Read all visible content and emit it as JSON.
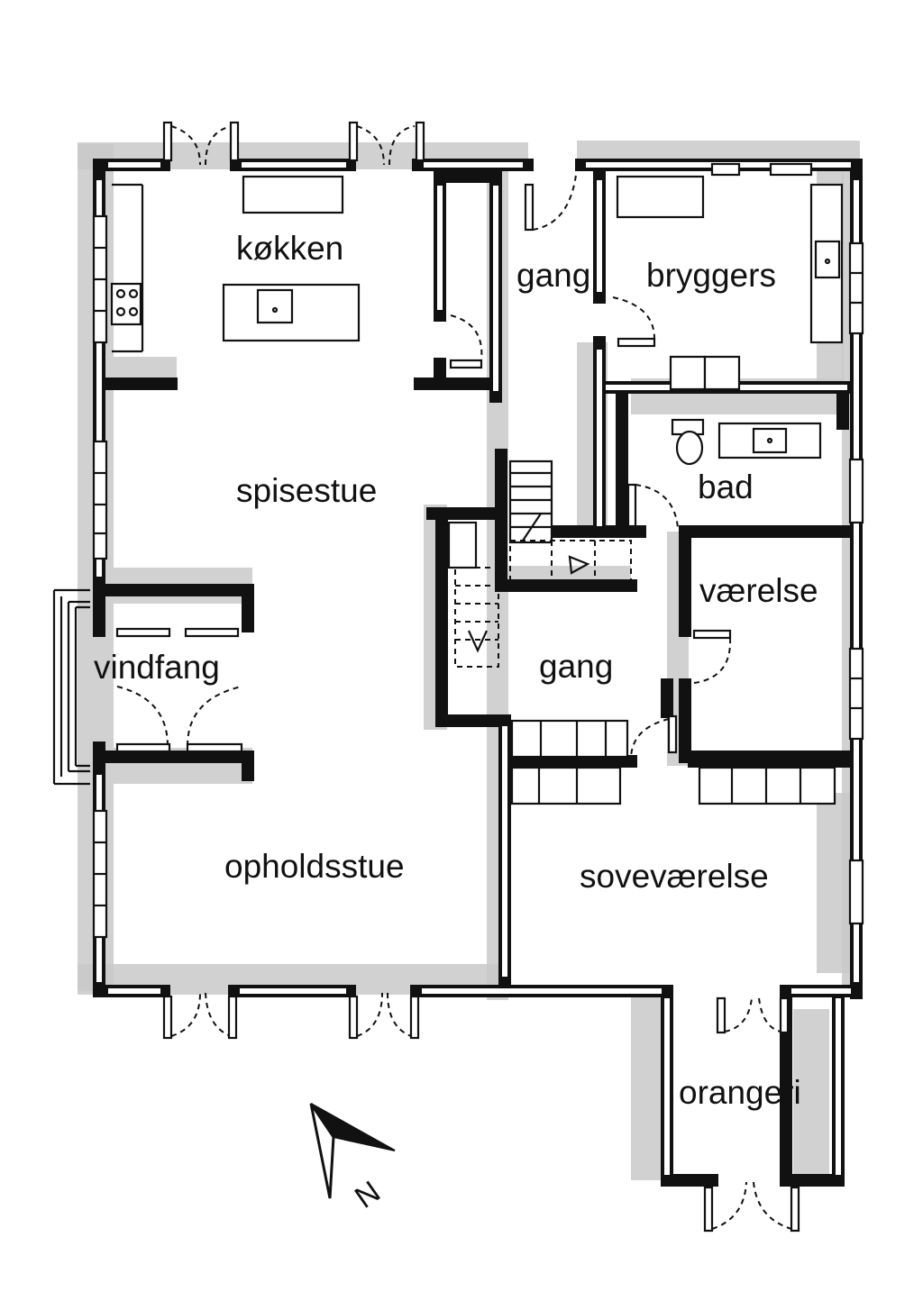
{
  "rooms": {
    "kitchen": "køkken",
    "hall_upper": "gang",
    "utility": "bryggers",
    "dining": "spisestue",
    "bath": "bad",
    "room": "værelse",
    "entrance": "vindfang",
    "hall_lower": "gang",
    "living": "opholdsstue",
    "bedroom": "soveværelse",
    "orangery": "orangeri"
  },
  "compass": {
    "label": "N",
    "icon": "north-arrow-icon"
  },
  "colors": {
    "wall": "#111111",
    "shadow": "#c9c9c9",
    "background": "#ffffff"
  }
}
